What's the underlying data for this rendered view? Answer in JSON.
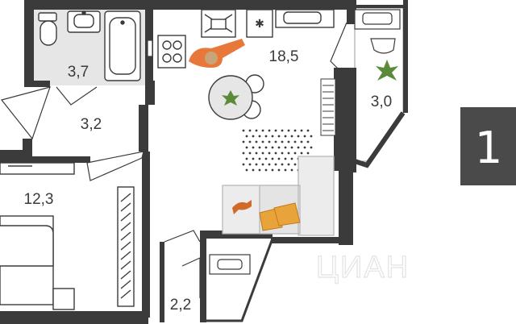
{
  "rooms": {
    "bathroom": "3,7",
    "hallway": "3,2",
    "kitchen_living": "18,5",
    "balcony": "3,0",
    "bedroom": "12,3",
    "wc": "2,2"
  },
  "badge": {
    "rooms_count": "1"
  },
  "watermark": "ЦИАН",
  "colors": {
    "wall": "#3b3b3b",
    "wet_zone": "#e6e6e6",
    "accent": "#e8783a",
    "plant": "#5a8a3a",
    "badge_bg": "#4a4a4a"
  }
}
